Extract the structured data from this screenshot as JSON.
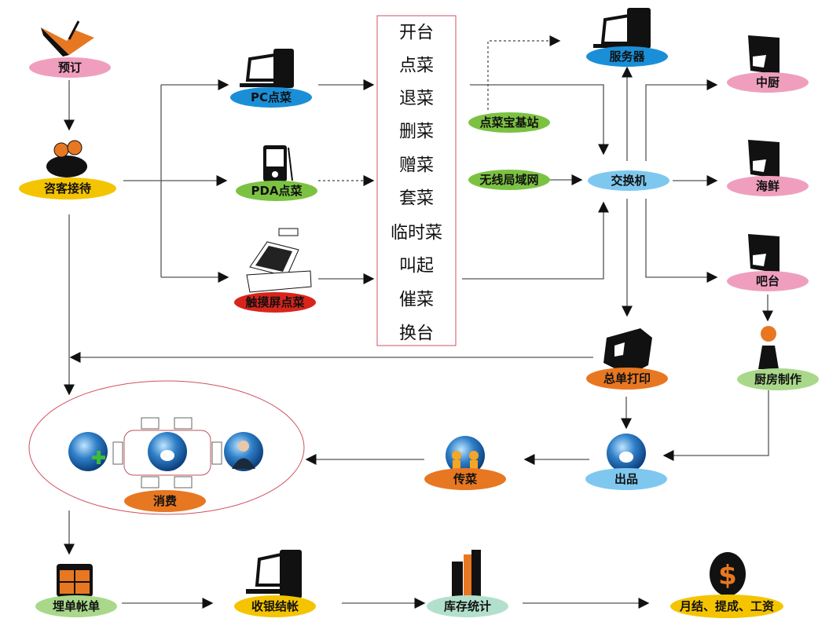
{
  "colors": {
    "pink": "#ef9fbd",
    "yellow": "#f5c400",
    "blue": "#1a8fd8",
    "green": "#7cc242",
    "red": "#d9241c",
    "light_blue": "#7ec8ef",
    "orange": "#e87722",
    "light_green": "#a9d88a",
    "teal": "#b3e0cc",
    "frame": "#d05060"
  },
  "nodes": {
    "booking": "预订",
    "reception": "咨客接待",
    "pc_order": "PC点菜",
    "pda_order": "PDA点菜",
    "touch_order": "触摸屏点菜",
    "base_station": "点菜宝基站",
    "wlan": "无线局域网",
    "server": "服务器",
    "switch": "交换机",
    "main_kitchen": "中厨",
    "seafood": "海鲜",
    "bar": "吧台",
    "kitchen_prep": "厨房制作",
    "summary_print": "总单打印",
    "dish_out": "出品",
    "serve": "传菜",
    "consume": "消费",
    "bill": "埋单帐单",
    "checkout": "收银结帐",
    "inventory": "库存统计",
    "monthly": "月结、提成、工资"
  },
  "operations": [
    "开台",
    "点菜",
    "退菜",
    "删菜",
    "赠菜",
    "套菜",
    "临时菜",
    "叫起",
    "催菜",
    "换台"
  ]
}
